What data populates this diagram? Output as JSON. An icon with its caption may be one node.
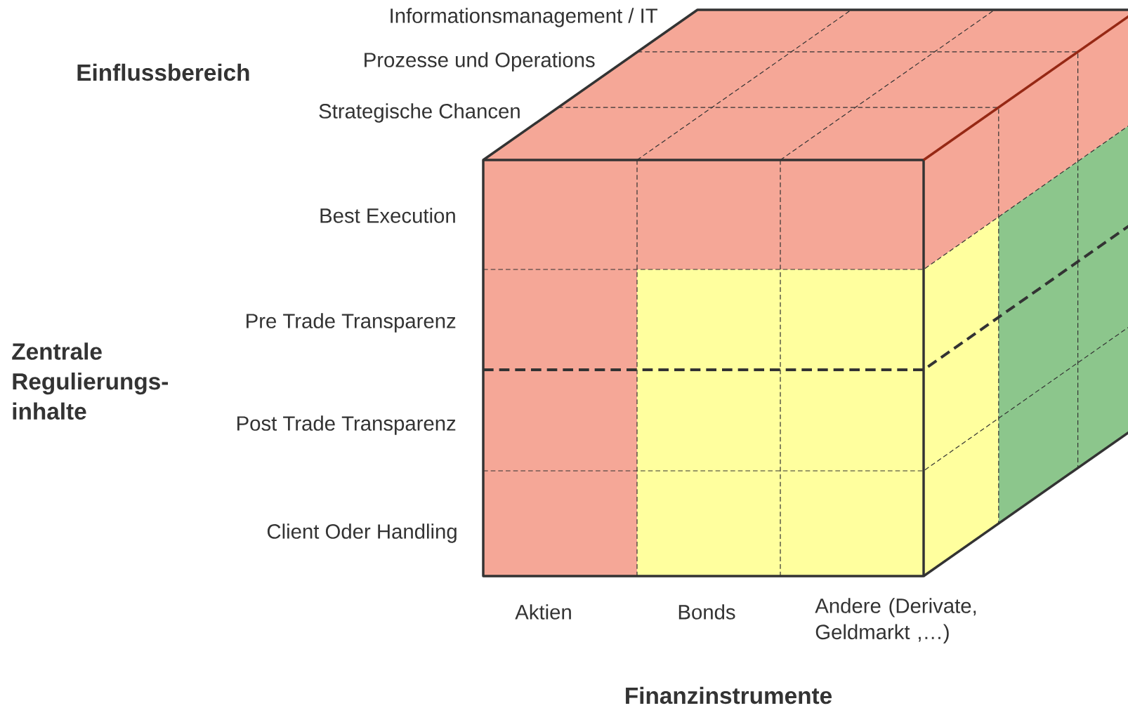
{
  "diagram": {
    "labels": [
      "Informationsmanagement / IT",
      "Prozesse und Operations",
      "Einflussbereich",
      "Strategische Chancen",
      "Best Execution",
      "Pre Trade Transparenz",
      "Zentrale Regulierungs- inhalte",
      "Post Trade Transparenz",
      "Client Oder Handling",
      "Aktien",
      "Bonds",
      "Andere (Derivate, Geldmarkt ,…)",
      "Finanzinstrumente"
    ]
  }
}
